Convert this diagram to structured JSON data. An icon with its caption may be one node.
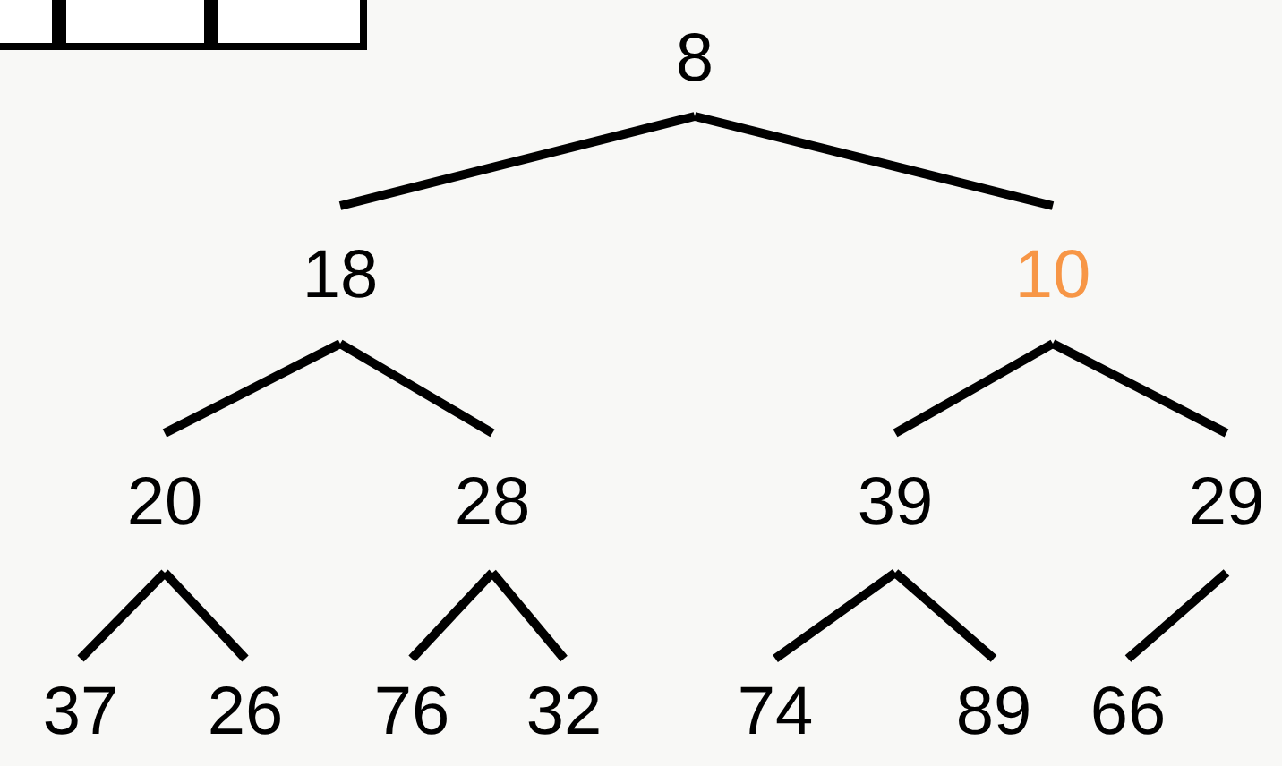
{
  "diagram": {
    "nodes": [
      {
        "text": [],
        "shape": "box"
      },
      {
        "text": [],
        "shape": "box"
      },
      {
        "text": [],
        "shape": "box"
      },
      {
        "text": [
          "8"
        ]
      },
      {
        "text": [
          "18"
        ]
      },
      {
        "text": [
          "10"
        ]
      },
      {
        "text": [
          "20"
        ]
      },
      {
        "text": [
          "28"
        ]
      },
      {
        "text": [
          "39"
        ]
      },
      {
        "text": [
          "29"
        ]
      },
      {
        "text": [
          "37"
        ]
      },
      {
        "text": [
          "26"
        ]
      },
      {
        "text": [
          "76"
        ]
      },
      {
        "text": [
          "32"
        ]
      },
      {
        "text": [
          "74"
        ]
      },
      {
        "text": [
          "89"
        ]
      },
      {
        "text": [
          "66"
        ]
      }
    ],
    "edges": [
      {
        "from": 3,
        "to": 4,
        "arrow": "none"
      },
      {
        "from": 3,
        "to": 5,
        "arrow": "none"
      },
      {
        "from": 4,
        "to": 6,
        "arrow": "none"
      },
      {
        "from": 4,
        "to": 7,
        "arrow": "none"
      },
      {
        "from": 5,
        "to": 8,
        "arrow": "none"
      },
      {
        "from": 5,
        "to": 9,
        "arrow": "none"
      },
      {
        "from": 6,
        "to": 10,
        "arrow": "none"
      },
      {
        "from": 6,
        "to": 11,
        "arrow": "none"
      },
      {
        "from": 7,
        "to": 12,
        "arrow": "none"
      },
      {
        "from": 7,
        "to": 13,
        "arrow": "none"
      },
      {
        "from": 8,
        "to": 14,
        "arrow": "none"
      },
      {
        "from": 8,
        "to": 15,
        "arrow": "none"
      },
      {
        "from": 9,
        "to": 16,
        "arrow": "none"
      }
    ]
  }
}
